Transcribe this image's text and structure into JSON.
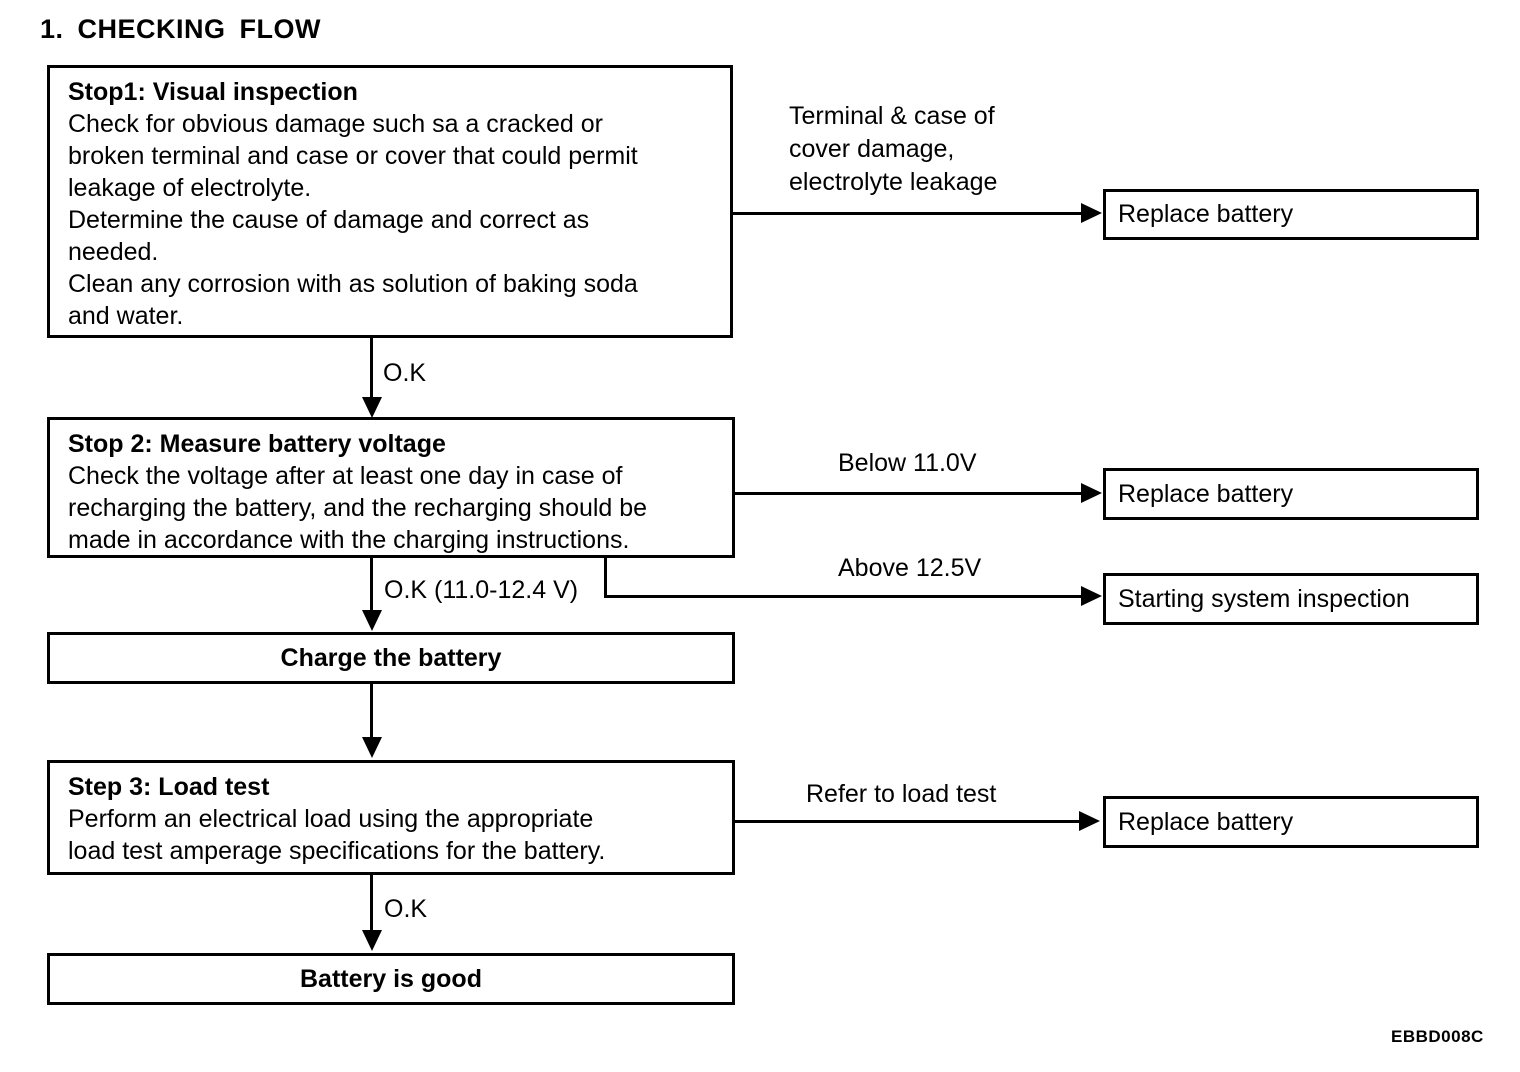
{
  "page": {
    "title": "1. CHECKING FLOW",
    "figure_code": "EBBD008C"
  },
  "colors": {
    "ink": "#000000",
    "paper": "#ffffff"
  },
  "nodes": {
    "step1": {
      "heading": "Stop1: Visual inspection",
      "body": "Check for obvious damage such sa a cracked or\nbroken terminal and case or cover that could permit\nleakage of electrolyte.\nDetermine the cause of damage and correct as\nneeded.\nClean any corrosion with as solution of baking soda\nand water."
    },
    "replace_top": {
      "label": "Replace battery"
    },
    "step2": {
      "heading": "Stop 2: Measure battery voltage",
      "body": "Check the voltage after at least one day in case of\nrecharging the battery, and the recharging should be\nmade in accordance with the charging instructions."
    },
    "replace_mid": {
      "label": "Replace battery"
    },
    "starting": {
      "label": "Starting system inspection"
    },
    "charge": {
      "label": "Charge the battery"
    },
    "step3": {
      "heading": "Step 3: Load test",
      "body": "Perform an electrical load using the appropriate\nload test amperage specifications for the battery."
    },
    "replace_bottom": {
      "label": "Replace battery"
    },
    "good": {
      "label": "Battery is good"
    }
  },
  "edges": {
    "step1_ok": "O.K",
    "step1_fail": "Terminal & case of\ncover damage,\nelectrolyte leakage",
    "step2_below": "Below 11.0V",
    "step2_above": "Above 12.5V",
    "step2_ok": "O.K (11.0-12.4 V)",
    "step3_fail": "Refer to load test",
    "step3_ok": "O.K"
  }
}
